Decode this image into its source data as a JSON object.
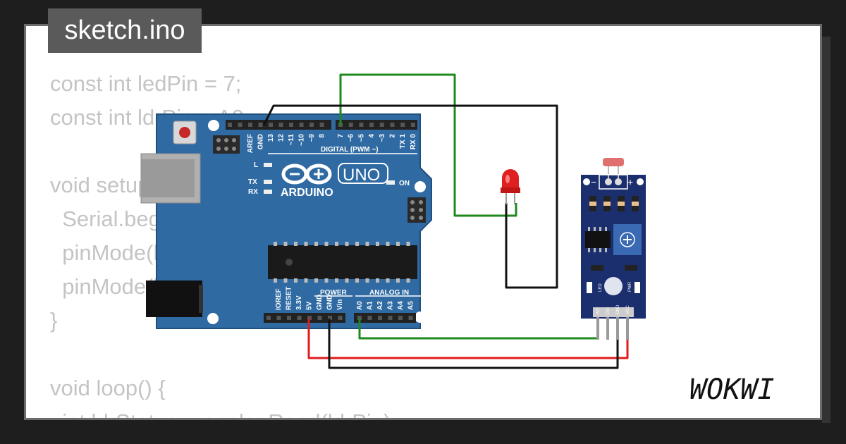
{
  "title": "sketch.ino",
  "code_lines": [
    "const int ledPin = 7;",
    "const int ldrPin = A0;",
    "",
    "void setup() {",
    "  Serial.begin(9600);",
    "  pinMode(ledPin, OUTPUT);",
    "  pinMode(ldrPin, INPUT);",
    "}",
    "",
    "void loop() {",
    "  int ldrStatus = analogRead(ldrPin);"
  ],
  "board": {
    "brand": "ARDUINO",
    "model": "UNO",
    "digital_label": "DIGITAL (PWM ~)",
    "power_label": "POWER",
    "analog_label": "ANALOG IN",
    "on_label": "ON",
    "l_label": "L",
    "tx_label": "TX",
    "rx_label": "RX",
    "top_pins": [
      "AREF",
      "GND",
      "13",
      "12",
      "~11",
      "~10",
      "~9",
      "8",
      "7",
      "~6",
      "~5",
      "4",
      "~3",
      "2",
      "TX 1",
      "RX 0"
    ],
    "power_pins": [
      "IOREF",
      "RESET",
      "3.3V",
      "5V",
      "GND",
      "GND",
      "Vin"
    ],
    "analog_pins": [
      "A0",
      "A1",
      "A2",
      "A3",
      "A4",
      "A5"
    ]
  },
  "sensor": {
    "pins": [
      "AO",
      "DO",
      "GND",
      "VCC"
    ],
    "minus": "−",
    "plus": "+",
    "led_label": "LED",
    "pwr_label": "PWR"
  },
  "logo": "WOKWI",
  "colors": {
    "board": "#2f6aa3",
    "wire_green": "#1e8a1e",
    "wire_red": "#e01b1b",
    "wire_black": "#111111",
    "led": "#e02020",
    "sensor": "#1b2f6e"
  }
}
